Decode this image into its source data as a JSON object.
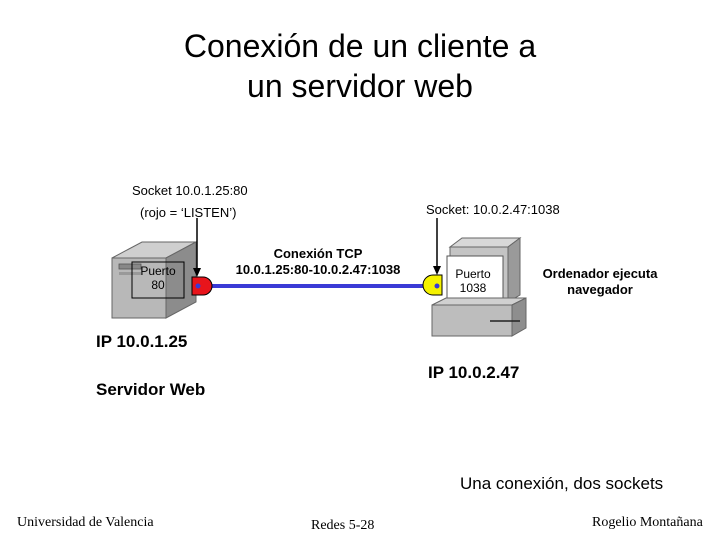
{
  "slide": {
    "title_line1": "Conexión de un cliente a",
    "title_line2": "un servidor web"
  },
  "server": {
    "socket_label": "Socket  10.0.1.25:80",
    "state_label": "(rojo =  ‘LISTEN’)",
    "port_line1": "Puerto",
    "port_line2": "80",
    "ip_label": "IP 10.0.1.25",
    "name_label": "Servidor Web",
    "socket_color": "#e8141b"
  },
  "client": {
    "socket_label": "Socket:  10.0.2.47:1038",
    "port_line1": "Puerto",
    "port_line2": "1038",
    "browser_line1": "Ordenador ejecuta",
    "browser_line2": "navegador",
    "ip_label": "IP 10.0.2.47",
    "socket_color": "#f5f200"
  },
  "connection": {
    "label_line1": "Conexión TCP",
    "label_line2": "10.0.1.25:80-10.0.2.47:1038",
    "line_color": "#3a3ad6"
  },
  "caption": "Una conexión, dos sockets",
  "footer": {
    "left": "Universidad de Valencia",
    "center": "Redes 5-28",
    "right": "Rogelio Montañana"
  }
}
